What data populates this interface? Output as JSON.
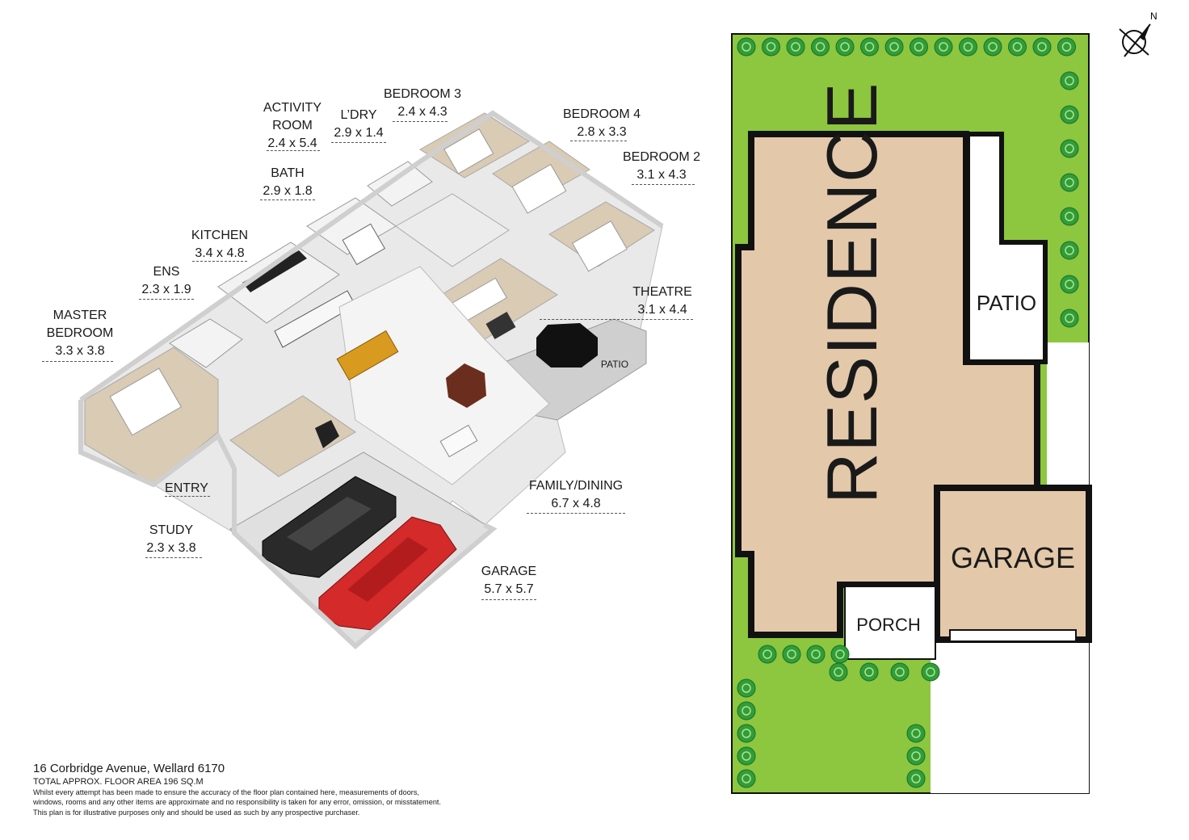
{
  "rooms": {
    "master_bedroom": {
      "name": "MASTER\nBEDROOM",
      "line1": "MASTER",
      "line2": "BEDROOM",
      "dims": "3.3 x 3.8"
    },
    "ens": {
      "name": "ENS",
      "dims": "2.3 x 1.9"
    },
    "kitchen": {
      "name": "KITCHEN",
      "dims": "3.4 x 4.8"
    },
    "bath": {
      "name": "BATH",
      "dims": "2.9 x 1.8"
    },
    "activity_room": {
      "line1": "ACTIVITY",
      "line2": "ROOM",
      "dims": "2.4 x 5.4"
    },
    "laundry": {
      "name": "L’DRY",
      "dims": "2.9 x 1.4"
    },
    "bedroom3": {
      "name": "BEDROOM 3",
      "dims": "2.4 x 4.3"
    },
    "bedroom4": {
      "name": "BEDROOM 4",
      "dims": "2.8 x 3.3"
    },
    "bedroom2": {
      "name": "BEDROOM 2",
      "dims": "3.1 x 4.3"
    },
    "theatre": {
      "name": "THEATRE",
      "dims": "3.1 x 4.4"
    },
    "patio": {
      "name": "PATIO"
    },
    "family_dining": {
      "name": "FAMILY/DINING",
      "dims": "6.7 x 4.8"
    },
    "garage": {
      "name": "GARAGE",
      "dims": "5.7 x 5.7"
    },
    "study": {
      "name": "STUDY",
      "dims": "2.3 x 3.8"
    },
    "entry": {
      "name": "ENTRY"
    }
  },
  "site": {
    "residence": "RESIDENCE",
    "patio": "PATIO",
    "garage": "GARAGE",
    "porch": "PORCH"
  },
  "compass": {
    "north": "N"
  },
  "footer": {
    "address": "16 Corbridge Avenue, Wellard 6170",
    "area": "TOTAL APPROX. FLOOR AREA 196 SQ.M",
    "disclaimer1": "Whilst every attempt has been made to ensure the accuracy of the floor plan contained here, measurements of doors,",
    "disclaimer2": "windows, rooms and any other items are approximate and no responsibility is taken for any error, omission, or misstatement.",
    "disclaimer3": "This plan is for illustrative purposes only and should be used as such by any prospective purchaser."
  },
  "colors": {
    "lawn": "#8dc63f",
    "residence": "#e3c8aa",
    "wall": "#111111",
    "tree": "#2e9e3a",
    "car_red": "#d42a2a",
    "car_black": "#2a2a2a",
    "floor_light": "#ececec",
    "carpet": "#d9cbb4"
  }
}
